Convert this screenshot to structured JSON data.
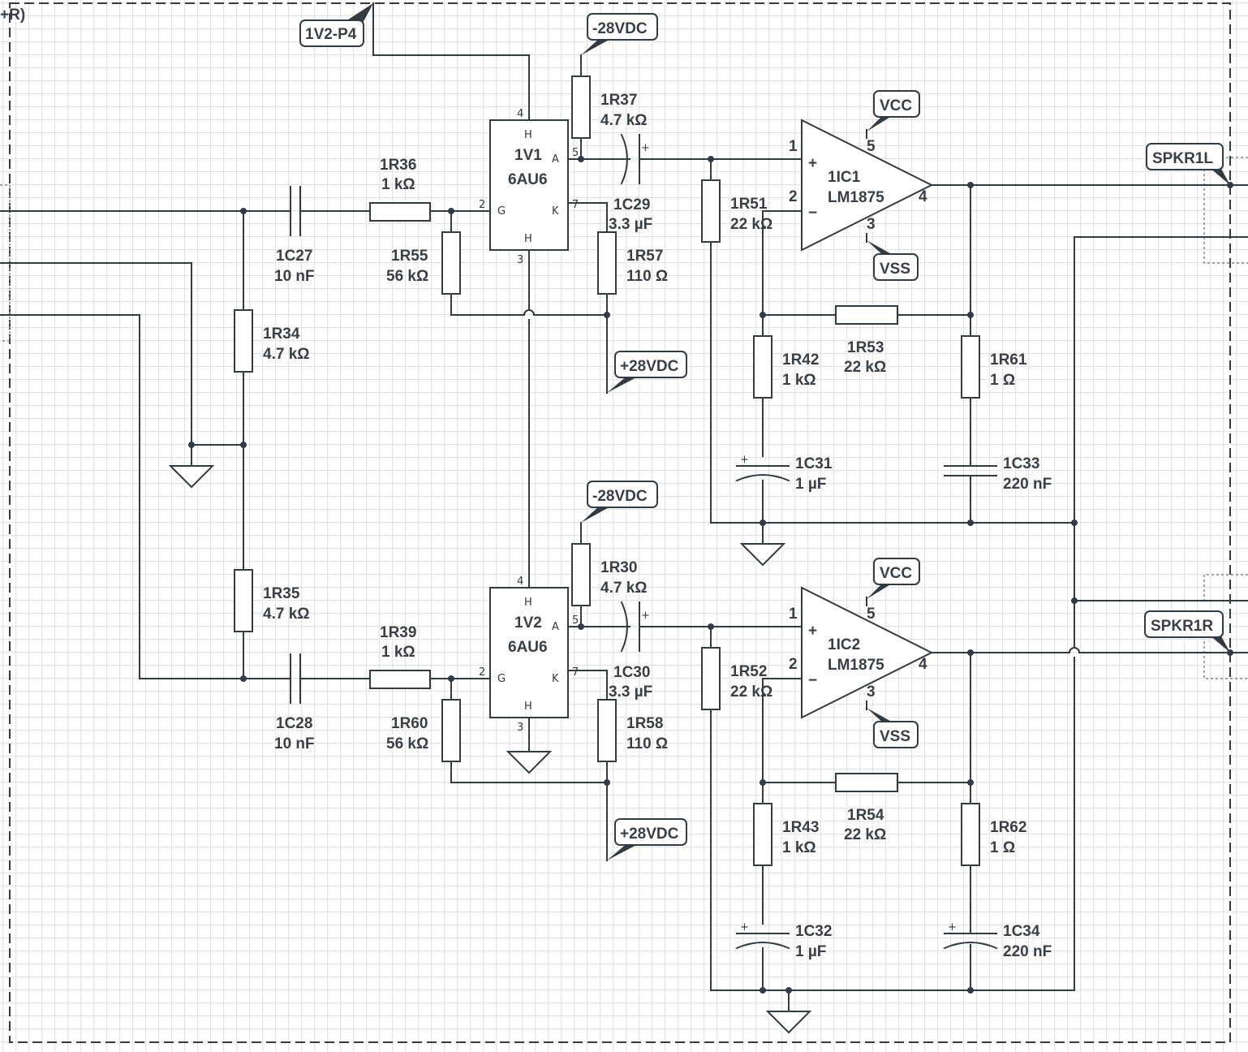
{
  "sheet": {
    "corner_label": "+R)"
  },
  "tags": {
    "v1v2p4": "1V2-P4",
    "neg28_top": "-28VDC",
    "neg28_bot": "-28VDC",
    "pos28_top": "+28VDC",
    "pos28_bot": "+28VDC",
    "vcc_top": "VCC",
    "vcc_bot": "VCC",
    "vss_top": "VSS",
    "vss_bot": "VSS",
    "spkr1l": "SPKR1L",
    "spkr1r": "SPKR1R"
  },
  "tubes": [
    {
      "ref": "1V1",
      "value": "6AU6",
      "pins": {
        "top": "4",
        "bottom": "3",
        "left": "2",
        "right_a": "5",
        "right_k": "7"
      },
      "labels": {
        "h": "H",
        "g": "G",
        "a": "A",
        "k": "K"
      }
    },
    {
      "ref": "1V2",
      "value": "6AU6",
      "pins": {
        "top": "4",
        "bottom": "3",
        "left": "2",
        "right_a": "5",
        "right_k": "7"
      },
      "labels": {
        "h": "H",
        "g": "G",
        "a": "A",
        "k": "K"
      }
    }
  ],
  "opamps": [
    {
      "ref": "1IC1",
      "value": "LM1875",
      "pins": {
        "in_plus": "1",
        "in_minus": "2",
        "out": "4",
        "vcc": "5",
        "vss": "3"
      },
      "signs": {
        "plus": "+",
        "minus": "−"
      }
    },
    {
      "ref": "1IC2",
      "value": "LM1875",
      "pins": {
        "in_plus": "1",
        "in_minus": "2",
        "out": "4",
        "vcc": "5",
        "vss": "3"
      },
      "signs": {
        "plus": "+",
        "minus": "−"
      }
    }
  ],
  "resistors": {
    "R36": {
      "ref": "1R36",
      "value": "1 kΩ"
    },
    "R37": {
      "ref": "1R37",
      "value": "4.7 kΩ"
    },
    "R55": {
      "ref": "1R55",
      "value": "56 kΩ"
    },
    "R57": {
      "ref": "1R57",
      "value": "110 Ω"
    },
    "R34": {
      "ref": "1R34",
      "value": "4.7 kΩ"
    },
    "R35": {
      "ref": "1R35",
      "value": "4.7 kΩ"
    },
    "R51": {
      "ref": "1R51",
      "value": "22 kΩ"
    },
    "R42": {
      "ref": "1R42",
      "value": "1 kΩ"
    },
    "R53": {
      "ref": "1R53",
      "value": "22 kΩ"
    },
    "R61": {
      "ref": "1R61",
      "value": "1 Ω"
    },
    "R39": {
      "ref": "1R39",
      "value": "1 kΩ"
    },
    "R30": {
      "ref": "1R30",
      "value": "4.7 kΩ"
    },
    "R60": {
      "ref": "1R60",
      "value": "56 kΩ"
    },
    "R58": {
      "ref": "1R58",
      "value": "110 Ω"
    },
    "R52": {
      "ref": "1R52",
      "value": "22 kΩ"
    },
    "R43": {
      "ref": "1R43",
      "value": "1 kΩ"
    },
    "R54": {
      "ref": "1R54",
      "value": "22 kΩ"
    },
    "R62": {
      "ref": "1R62",
      "value": "1 Ω"
    }
  },
  "capacitors": {
    "C27": {
      "ref": "1C27",
      "value": "10 nF"
    },
    "C28": {
      "ref": "1C28",
      "value": "10 nF"
    },
    "C29": {
      "ref": "1C29",
      "value": "3.3 µF",
      "polarity": "+"
    },
    "C30": {
      "ref": "1C30",
      "value": "3.3 µF",
      "polarity": "+"
    },
    "C31": {
      "ref": "1C31",
      "value": "1 µF",
      "polarity": "+"
    },
    "C32": {
      "ref": "1C32",
      "value": "1 µF",
      "polarity": "+"
    },
    "C33": {
      "ref": "1C33",
      "value": "220 nF"
    },
    "C34": {
      "ref": "1C34",
      "value": "220 nF",
      "polarity": "+"
    }
  },
  "colors": {
    "wire": "#333a40",
    "grid": "#e3e3e6",
    "text": "#3a3f45"
  }
}
